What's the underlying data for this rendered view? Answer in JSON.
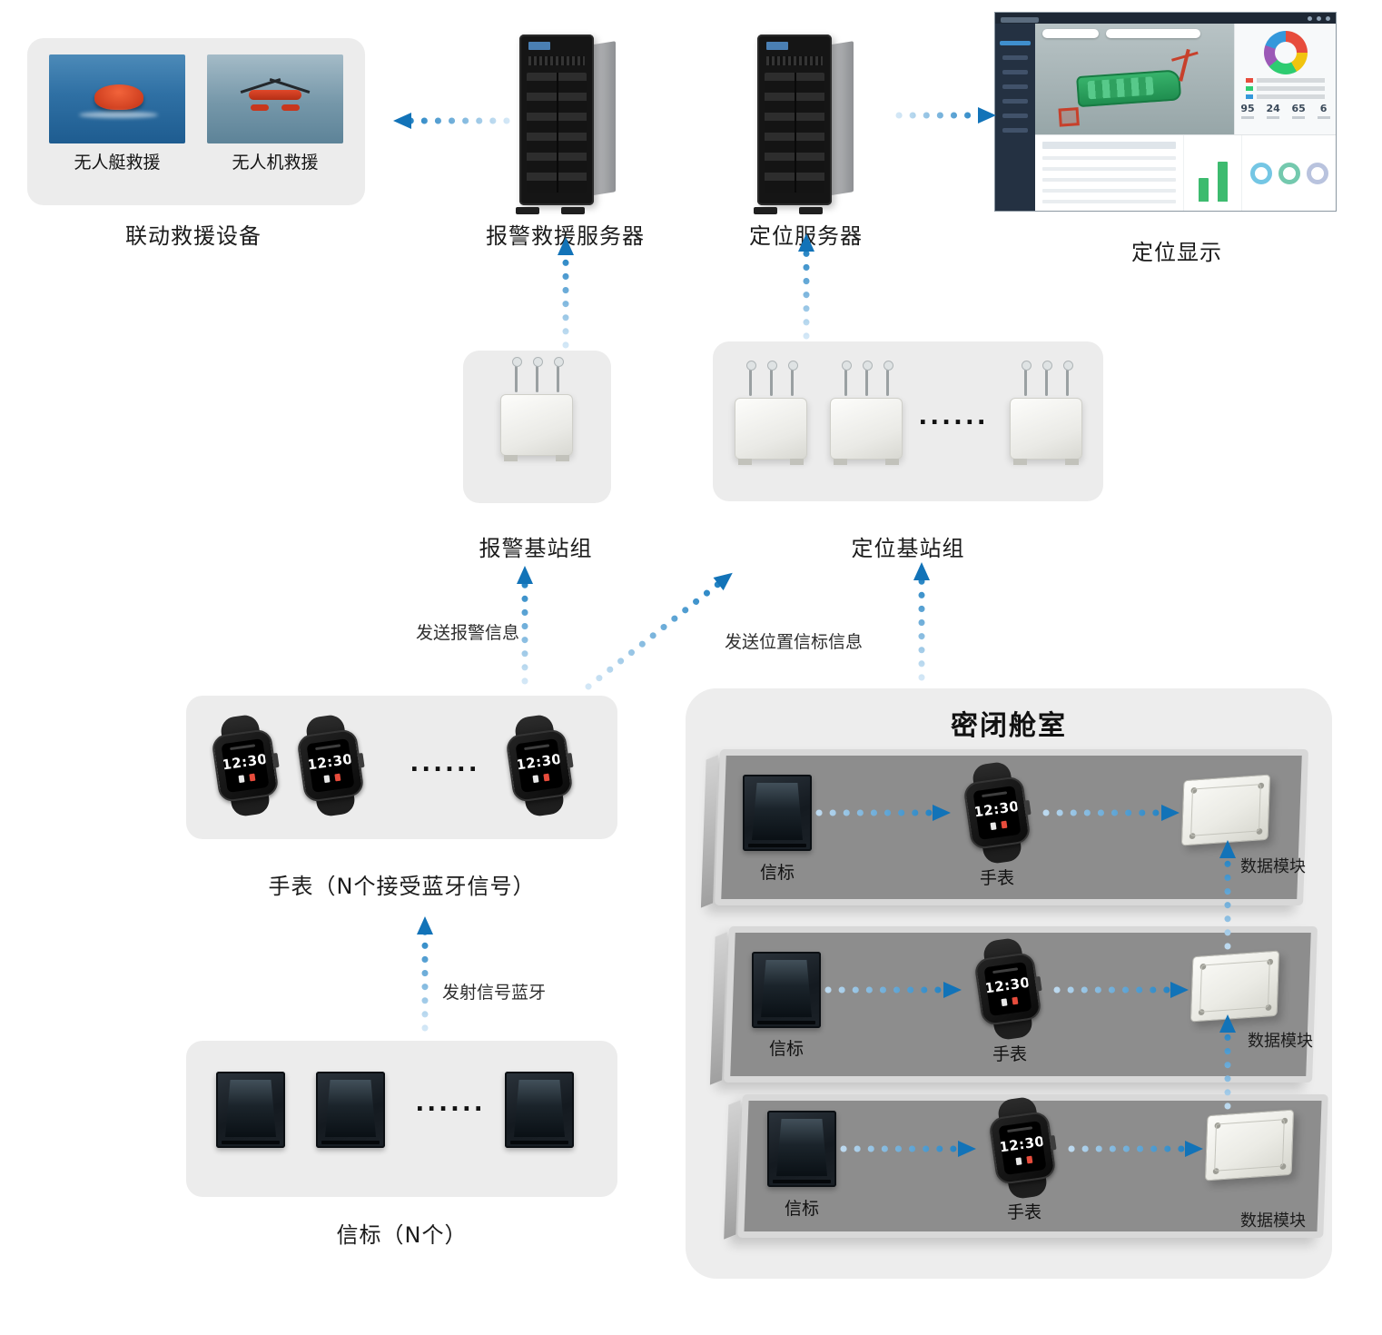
{
  "rescue": {
    "caption": "联动救援设备",
    "items": [
      {
        "label": "无人艇救援"
      },
      {
        "label": "无人机救援"
      }
    ]
  },
  "alarm_server": {
    "caption": "报警救援服务器"
  },
  "location_server": {
    "caption": "定位服务器"
  },
  "location_display": {
    "caption": "定位显示",
    "stats": [
      "95",
      "24",
      "65",
      "6"
    ]
  },
  "alarm_station": {
    "caption": "报警基站组"
  },
  "location_station": {
    "caption": "定位基站组",
    "ellipsis": "......"
  },
  "watch_group": {
    "caption": "手表（N个接受蓝牙信号）",
    "ellipsis": "......",
    "time": "12:30"
  },
  "beacon_group": {
    "caption": "信标（N个）",
    "ellipsis": "......"
  },
  "cabin": {
    "title": "密闭舱室",
    "rows": [
      {
        "beacon": "信标",
        "watch": "手表",
        "module": "数据模块",
        "time": "12:30"
      },
      {
        "beacon": "信标",
        "watch": "手表",
        "module": "数据模块",
        "time": "12:30"
      },
      {
        "beacon": "信标",
        "watch": "手表",
        "module": "数据模块",
        "time": "12:30"
      }
    ]
  },
  "flows": {
    "send_alarm": "发送报警信息",
    "send_position": "发送位置信标信息",
    "send_bluetooth": "发射信号蓝牙"
  }
}
